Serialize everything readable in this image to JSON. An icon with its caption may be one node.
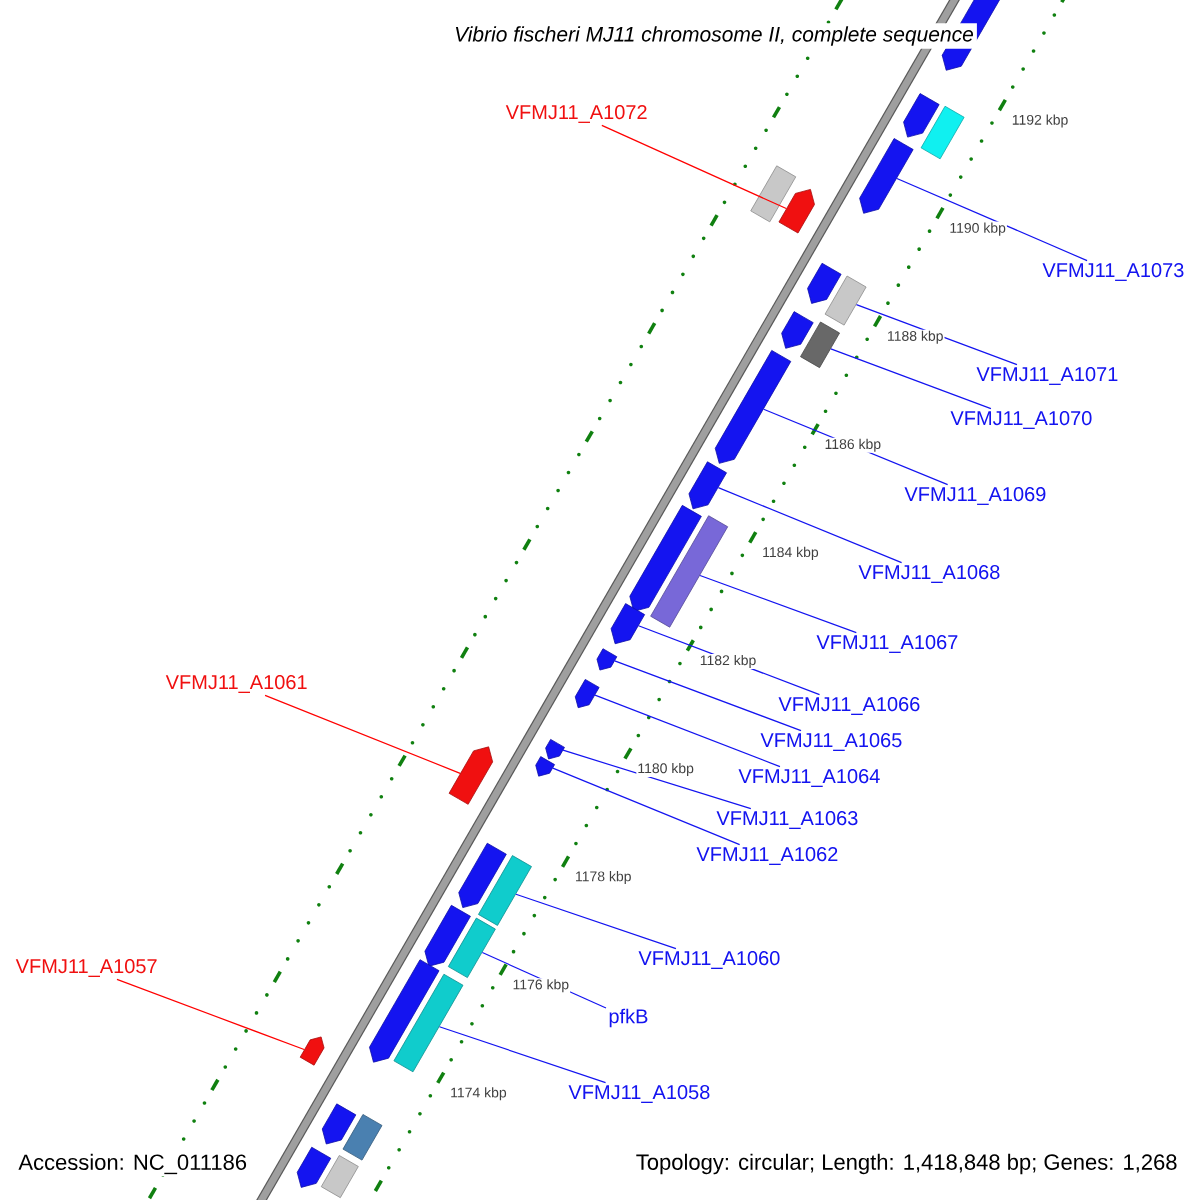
{
  "diagram": {
    "title": "Vibrio fischeri MJ11 chromosome II, complete sequence",
    "nodes": [
      {
        "text": [
          "VFMJ11_A1072"
        ]
      },
      {
        "text": [
          "VFMJ11_A1073"
        ]
      },
      {
        "text": [
          "VFMJ11_A1071"
        ]
      },
      {
        "text": [
          "VFMJ11_A1070"
        ]
      },
      {
        "text": [
          "VFMJ11_A1069"
        ]
      },
      {
        "text": [
          "VFMJ11_A1068"
        ]
      },
      {
        "text": [
          "VFMJ11_A1067"
        ]
      },
      {
        "text": [
          "VFMJ11_A1061"
        ]
      },
      {
        "text": [
          "VFMJ11_A1066"
        ]
      },
      {
        "text": [
          "VFMJ11_A1065"
        ]
      },
      {
        "text": [
          "VFMJ11_A1064"
        ]
      },
      {
        "text": [
          "VFMJ11_A1063"
        ]
      },
      {
        "text": [
          "VFMJ11_A1062"
        ]
      },
      {
        "text": [
          "VFMJ11_A1060"
        ]
      },
      {
        "text": [
          "VFMJ11_A1057"
        ]
      },
      {
        "text": [
          "pfkB"
        ]
      },
      {
        "text": [
          "VFMJ11_A1058"
        ]
      },
      {
        "text": [],
        "shape": "pentagon"
      },
      {
        "text": [],
        "shape": "pentagon"
      },
      {
        "text": [],
        "shape": "box"
      },
      {
        "text": [],
        "shape": "pentagon"
      },
      {
        "text": [],
        "shape": "box"
      },
      {
        "text": [],
        "shape": "pentagon"
      },
      {
        "text": [],
        "shape": "pentagon"
      },
      {
        "text": [],
        "shape": "box"
      },
      {
        "text": [],
        "shape": "pentagon"
      },
      {
        "text": [],
        "shape": "box"
      },
      {
        "text": [],
        "shape": "pentagon"
      },
      {
        "text": [],
        "shape": "pentagon"
      },
      {
        "text": [],
        "shape": "pentagon"
      },
      {
        "text": [],
        "shape": "box"
      },
      {
        "text": [],
        "shape": "pentagon"
      },
      {
        "text": [],
        "shape": "pentagon"
      },
      {
        "text": [],
        "shape": "pentagon"
      },
      {
        "text": [],
        "shape": "pentagon"
      },
      {
        "text": [],
        "shape": "pentagon"
      },
      {
        "text": [],
        "shape": "pentagon"
      },
      {
        "text": [],
        "shape": "pentagon"
      },
      {
        "text": [],
        "shape": "box"
      },
      {
        "text": [],
        "shape": "pentagon"
      },
      {
        "text": [],
        "shape": "box"
      },
      {
        "text": [],
        "shape": "pentagon"
      },
      {
        "text": [],
        "shape": "box"
      },
      {
        "text": [],
        "shape": "pentagon"
      },
      {
        "text": [],
        "shape": "pentagon"
      },
      {
        "text": [],
        "shape": "box"
      },
      {
        "text": [],
        "shape": "pentagon"
      },
      {
        "text": [],
        "shape": "box"
      }
    ],
    "edges": [
      {
        "from": 0,
        "to": 22,
        "arrow": "none",
        "color": "#ff0000"
      },
      {
        "from": 1,
        "to": 20,
        "arrow": "none"
      },
      {
        "from": 2,
        "to": 24,
        "arrow": "none"
      },
      {
        "from": 3,
        "to": 26,
        "arrow": "none"
      },
      {
        "from": 4,
        "to": 27,
        "arrow": "none"
      },
      {
        "from": 5,
        "to": 28,
        "arrow": "none"
      },
      {
        "from": 6,
        "to": 30,
        "arrow": "none"
      },
      {
        "from": 7,
        "to": 36,
        "arrow": "none",
        "color": "#ff0000"
      },
      {
        "from": 8,
        "to": 31,
        "arrow": "none"
      },
      {
        "from": 9,
        "to": 32,
        "arrow": "none"
      },
      {
        "from": 10,
        "to": 33,
        "arrow": "none"
      },
      {
        "from": 11,
        "to": 34,
        "arrow": "none"
      },
      {
        "from": 12,
        "to": 35,
        "arrow": "none"
      },
      {
        "from": 13,
        "to": 38,
        "arrow": "none"
      },
      {
        "from": 14,
        "to": 43,
        "arrow": "none",
        "color": "#ff0000"
      },
      {
        "from": 15,
        "to": 40,
        "arrow": "none"
      },
      {
        "from": 16,
        "to": 42,
        "arrow": "none"
      }
    ],
    "labels": [
      "1192 kbp",
      "1190 kbp",
      "1188 kbp",
      "1186 kbp",
      "1184 kbp",
      "1182 kbp",
      "1180 kbp",
      "1178 kbp",
      "1176 kbp",
      "1174 kbp",
      "Accession: NC_011186",
      "Topology: circular; Length: 1,418,848 bp; Genes: 1,268"
    ]
  }
}
